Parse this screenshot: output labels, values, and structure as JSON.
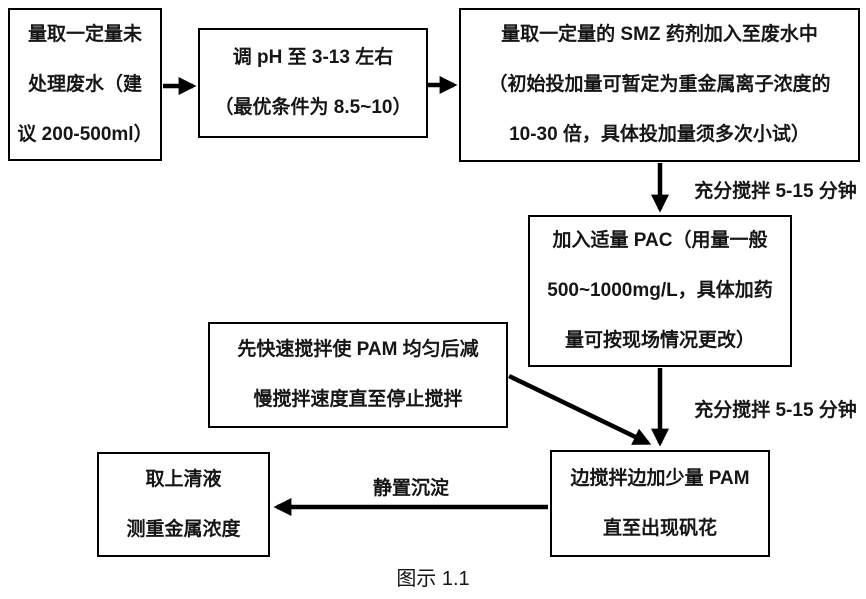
{
  "colors": {
    "background": "#ffffff",
    "line": "#000000",
    "text": "#161616"
  },
  "caption": "图示 1.1",
  "boxes": {
    "measure_wastewater": {
      "lines": [
        "量取一定量未",
        "处理废水（建",
        "议 200-500ml）"
      ]
    },
    "adjust_ph": {
      "lines": [
        "调 pH 至 3-13 左右",
        "（最优条件为 8.5~10）"
      ]
    },
    "add_smz": {
      "lines": [
        "量取一定量的 SMZ 药剂加入至废水中",
        "（初始投加量可暂定为重金属离子浓度的",
        "10-30 倍，具体投加量须多次小试）"
      ]
    },
    "add_pac": {
      "lines": [
        "加入适量 PAC（用量一般",
        "500~1000mg/L，具体加药",
        "量可按现场情况更改）"
      ]
    },
    "stir_pam": {
      "lines": [
        "先快速搅拌使 PAM 均匀后减",
        "慢搅拌速度直至停止搅拌"
      ]
    },
    "add_pam": {
      "lines": [
        "边搅拌边加少量 PAM",
        "直至出现矾花"
      ]
    },
    "take_supernatant": {
      "lines": [
        "取上清液",
        "测重金属浓度"
      ]
    }
  },
  "labels": {
    "stir_after_smz": "充分搅拌 5-15 分钟",
    "stir_after_pac": "充分搅拌 5-15 分钟",
    "settle": "静置沉淀"
  }
}
